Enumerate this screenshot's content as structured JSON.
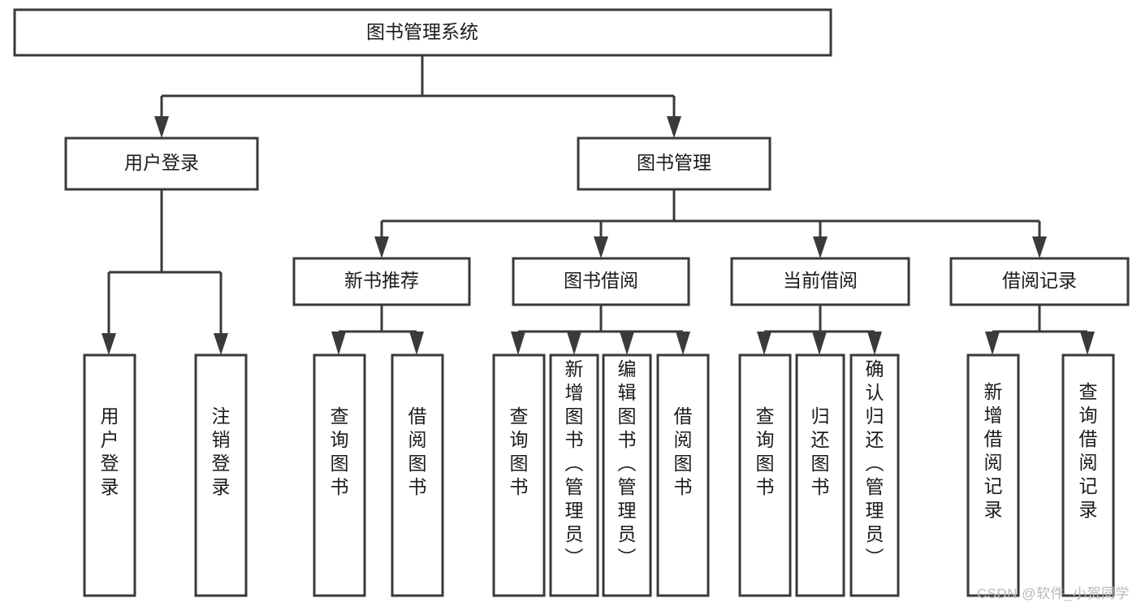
{
  "diagram": {
    "type": "tree-hierarchy",
    "title": "图书管理系统",
    "watermark": "CSDN @软件_小贺同学",
    "colors": {
      "stroke": "#3a3a3a",
      "fill": "#ffffff",
      "text": "#1b1b1b",
      "watermark": "#b9b9b9"
    },
    "root": {
      "label": "图书管理系统"
    },
    "level2": [
      {
        "label": "用户登录"
      },
      {
        "label": "图书管理"
      }
    ],
    "level3": [
      {
        "label": "新书推荐"
      },
      {
        "label": "图书借阅"
      },
      {
        "label": "当前借阅"
      },
      {
        "label": "借阅记录"
      }
    ],
    "leaves": {
      "user_login": [
        {
          "label": "用户登录"
        },
        {
          "label": "注销登录"
        }
      ],
      "new_book_recommend": [
        {
          "label": "查询图书"
        },
        {
          "label": "借阅图书"
        }
      ],
      "book_borrow": [
        {
          "label": "查询图书"
        },
        {
          "label": "新增图书（管理员）"
        },
        {
          "label": "编辑图书（管理员）"
        },
        {
          "label": "借阅图书"
        }
      ],
      "current_borrow": [
        {
          "label": "查询图书"
        },
        {
          "label": "归还图书"
        },
        {
          "label": "确认归还（管理员）"
        }
      ],
      "borrow_records": [
        {
          "label": "新增借阅记录"
        },
        {
          "label": "查询借阅记录"
        }
      ]
    }
  }
}
